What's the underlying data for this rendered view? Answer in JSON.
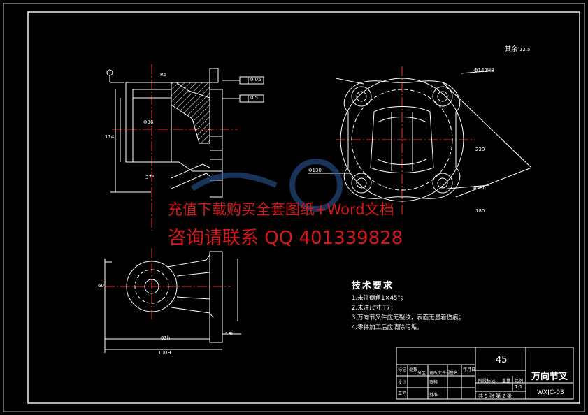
{
  "drawing": {
    "surface_finish": "其余",
    "surface_value": "12.5",
    "watermark_line1": "充值下载购买全套图纸+Word文档",
    "watermark_line2": "咨询请联系 QQ 401339828",
    "dims": {
      "flatness": "0.05",
      "perp": "0.5",
      "d1": "Φ142H8",
      "d2": "Φ130",
      "d3": "Φ180",
      "d4": "220",
      "d5": "180",
      "len1": "63h",
      "len2": "100H",
      "len3": "13h",
      "ht1": "60",
      "ht2": "114",
      "r1": "R5",
      "dia_inner": "Φ36",
      "ang": "37°"
    }
  },
  "tech_requirements": {
    "title": "技术要求",
    "items": [
      "1.未注倒角1×45°；",
      "2.未注尺寸IT7；",
      "3.万向节叉件应无裂纹，表面无显着伤痕；",
      "4.零件加工后应清除污垢。"
    ]
  },
  "title_block": {
    "material": "45",
    "part_name": "万向节叉",
    "drawing_no": "WXJC-03",
    "sheet_info": "共 5 张  第 2 张",
    "scale": "1:1",
    "labels": [
      "标记",
      "处数",
      "分区",
      "更改文件号",
      "签名",
      "年月日",
      "设计",
      "审核",
      "工艺",
      "批准",
      "阶段标记",
      "重量",
      "比例"
    ]
  }
}
